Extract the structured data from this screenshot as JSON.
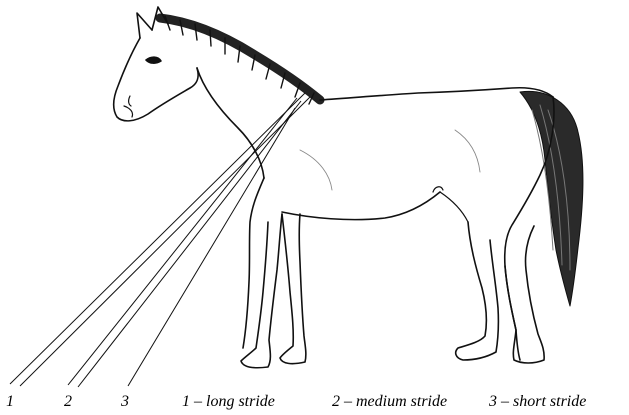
{
  "line_labels": [
    "1",
    "2",
    "3"
  ],
  "legend": {
    "long": "1 – long stride",
    "medium": "2 – medium stride",
    "short": "3 – short stride"
  }
}
